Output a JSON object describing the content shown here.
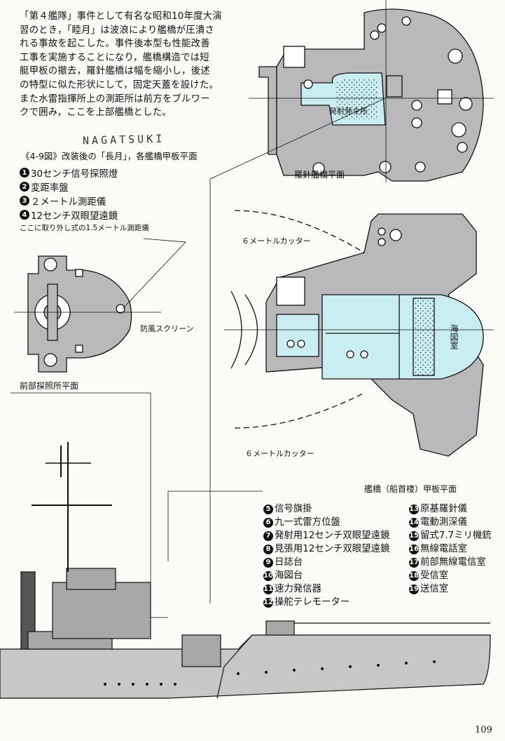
{
  "intro": {
    "lines": [
      "「第４艦隊」事件として有名な昭和10年度大演",
      "習のとき，「睦月」は波浪により艦橋が圧潰さ",
      "れる事故を起こした。事件後本型も性能改善",
      "工事を実施することになり，艦橋構造では短",
      "艇甲板の撤去，羅針艦橋は幅を縮小し，後述",
      "の特型に似た形状にして，固定天蓋を設けた。",
      "また水雷指揮所上の測距所は前方をブルワー",
      "クで囲み，ここを上部艦橋とした。"
    ]
  },
  "handwritten": "NAGATSUKI",
  "caption": "《4-9図》改装後の「長月」，各艦橋甲板平面",
  "legend_left": [
    {
      "num": "1",
      "text": "30センチ信号探照燈"
    },
    {
      "num": "2",
      "text": "変距率盤"
    },
    {
      "num": "3",
      "text": "２メートル測距儀"
    },
    {
      "num": "4",
      "text": "12センチ双眼望遠鏡"
    }
  ],
  "rangefinder_note": "ここに取り外し式の1.5メートル測距儀",
  "labels": {
    "compass_bridge": "羅針艦橋平面",
    "launch_room": "発射発令所",
    "cutter_top": "６メートルカッター",
    "cutter_bottom": "６メートルカッター",
    "chart_room": "海図室",
    "wind_screen": "防風スクリーン",
    "searchlight_platform": "前部探照所平面",
    "bridge_deck": "艦橋（船首楼）甲板平面"
  },
  "legend_right_a": [
    {
      "num": "5",
      "text": "信号旗掛"
    },
    {
      "num": "6",
      "text": "九一式雷方位盤"
    },
    {
      "num": "7",
      "text": "発射用12センチ双眼望遠鏡"
    },
    {
      "num": "8",
      "text": "見張用12センチ双眼望遠鏡"
    },
    {
      "num": "9",
      "text": "日誌台"
    },
    {
      "num": "10",
      "text": "海図台"
    },
    {
      "num": "11",
      "text": "速力発信器"
    },
    {
      "num": "12",
      "text": "操舵テレモーター"
    }
  ],
  "legend_right_b": [
    {
      "num": "13",
      "text": "原基羅針儀"
    },
    {
      "num": "14",
      "text": "電動測深儀"
    },
    {
      "num": "15",
      "text": "留式7.7ミリ機銃"
    },
    {
      "num": "16",
      "text": "無線電話室"
    },
    {
      "num": "17",
      "text": "前部無線電信室"
    },
    {
      "num": "18",
      "text": "受信室"
    },
    {
      "num": "19",
      "text": "送信室"
    }
  ],
  "page_number": "109",
  "colors": {
    "deck_gray": "#b9b9bb",
    "cyan": "#c9eef2",
    "ink": "#111111"
  }
}
